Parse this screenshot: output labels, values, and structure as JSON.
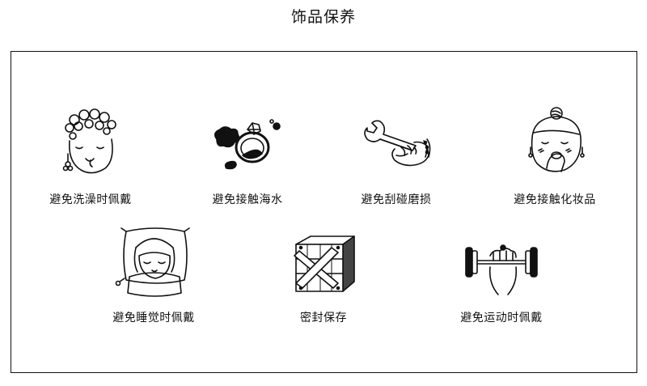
{
  "page": {
    "title": "饰品保养"
  },
  "items": [
    {
      "label": "避免洗澡时佩戴",
      "icon": "shower-girl-icon"
    },
    {
      "label": "避免接触海水",
      "icon": "ring-in-water-icon"
    },
    {
      "label": "避免刮碰磨损",
      "icon": "wrench-hand-icon"
    },
    {
      "label": "避免接触化妆品",
      "icon": "makeup-face-icon"
    },
    {
      "label": "避免睡觉时佩戴",
      "icon": "sleeping-girl-icon"
    },
    {
      "label": "密封保存",
      "icon": "sealed-box-icon"
    },
    {
      "label": "避免运动时佩戴",
      "icon": "dumbbell-icon"
    }
  ],
  "colors": {
    "ink": "#111111",
    "background": "#ffffff"
  }
}
